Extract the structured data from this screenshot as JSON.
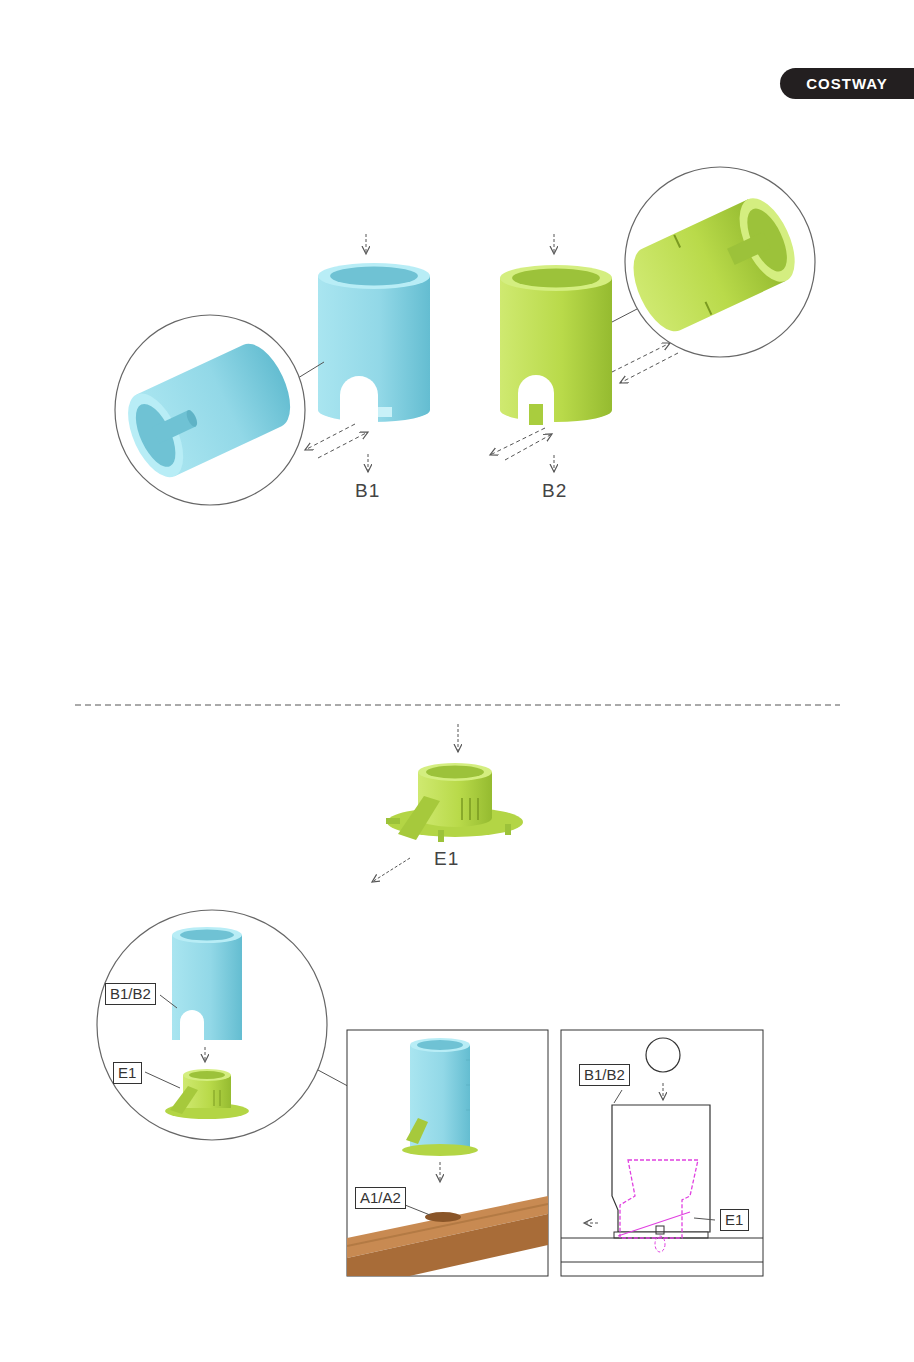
{
  "diagram": {
    "nodes": [
      {
        "text": [
          "COSTWAY"
        ]
      },
      {
        "text": [
          "B1/B2"
        ]
      },
      {
        "text": [
          "E1"
        ]
      },
      {
        "text": [
          "A1/A2"
        ]
      },
      {
        "text": [
          "B1/B2"
        ]
      },
      {
        "text": [
          "E1"
        ]
      }
    ],
    "labels": [
      "B1",
      "B2",
      "E1"
    ]
  }
}
